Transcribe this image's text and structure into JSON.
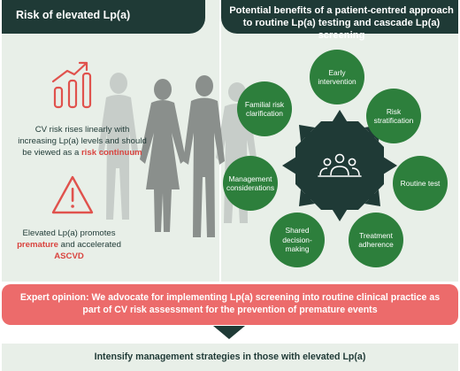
{
  "left_panel": {
    "title": "Risk of elevated Lp(a)",
    "text1_a": "CV risk rises linearly with increasing Lp(a) levels and should be viewed as a ",
    "text1_b": "risk continuum",
    "text2_a": "Elevated Lp(a) promotes ",
    "text2_b": "premature",
    "text2_c": " and accelerated ",
    "text2_d": "ASCVD"
  },
  "right_panel": {
    "title": "Potential benefits of a patient-centred approach to routine Lp(a) testing and cascade Lp(a) screening",
    "nodes": [
      "Early intervention",
      "Risk stratification",
      "Routine test",
      "Treatment adherence",
      "Shared decision-making",
      "Management considerations",
      "Familial risk clarification"
    ]
  },
  "expert_opinion": "Expert opinion: We advocate for implementing Lp(a) screening into routine clinical practice as part of CV risk assessment for the prevention of premature events",
  "bottom_text": "Intensify management strategies in those with elevated Lp(a)",
  "colors": {
    "dark": "#1f3a36",
    "green": "#2d7f3c",
    "red": "#d9443f",
    "salmon": "#ec6b6b",
    "panel": "#e8efe8"
  },
  "icons": [
    "rising-bars-icon",
    "warning-triangle-icon",
    "people-group-icon",
    "human-silhouettes"
  ]
}
